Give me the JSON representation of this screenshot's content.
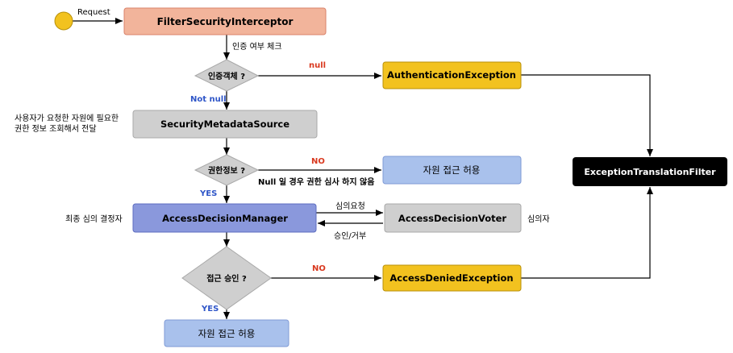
{
  "start": {
    "label": "Request"
  },
  "nodes": {
    "filter_security_interceptor": "FilterSecurityInterceptor",
    "authentication_exception": "AuthenticationException",
    "security_metadata_source": "SecurityMetadataSource",
    "access_granted_top": "자원 접근 허용",
    "exception_translation_filter": "ExceptionTranslationFilter",
    "access_decision_manager": "AccessDecisionManager",
    "access_decision_voter": "AccessDecisionVoter",
    "access_denied_exception": "AccessDeniedException",
    "access_granted_bottom": "자원 접근 허용"
  },
  "decisions": {
    "auth_object": "인증객체 ?",
    "permission_info": "권한정보 ?",
    "access_approved": "접근 승인 ?"
  },
  "labels": {
    "auth_check": "인증 여부 체크",
    "null": "null",
    "not_null": "Not null",
    "metadata_desc_line1": "사용자가 요청한 자원에 필요한",
    "metadata_desc_line2": "권한 정보 조회해서 전달",
    "no_top": "NO",
    "null_no_review": "Null 일 경우 권한 심사 하지 않음",
    "yes_mid": "YES",
    "final_decider": "최종 심의 결정자",
    "review_request": "심의요청",
    "approve_deny": "승인/거부",
    "reviewer": "심의자",
    "no_bottom": "NO",
    "yes_bottom": "YES"
  },
  "colors": {
    "orange_fill": "#f2b49b",
    "orange_stroke": "#d9826a",
    "yellow_fill": "#f2c21f",
    "yellow_stroke": "#b8900a",
    "gray_fill": "#cfcfcf",
    "gray_stroke": "#a8a8a8",
    "blue_light_fill": "#a9c1ec",
    "blue_light_stroke": "#7f9ad6",
    "blue_dark_fill": "#8a98dc",
    "blue_dark_stroke": "#5d6cc0",
    "black_fill": "#000000",
    "red_text": "#d9381e",
    "blue_text": "#2f56c8"
  }
}
